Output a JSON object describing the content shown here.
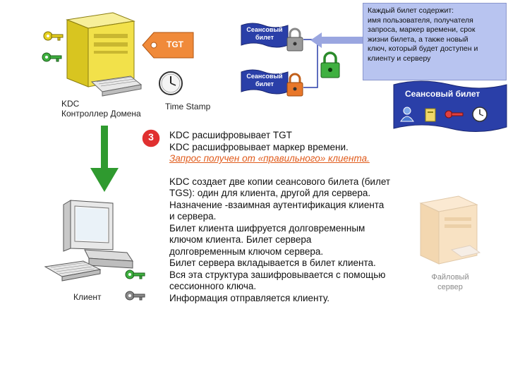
{
  "kdc": {
    "line1": "KDC",
    "line2": "Контроллер Домена"
  },
  "tgt_tag": "TGT",
  "time_stamp": "Time Stamp",
  "session_ticket_1": {
    "line1": "Сеансовый",
    "line2": "билет"
  },
  "session_ticket_2": {
    "line1": "Сеансовый",
    "line2": "билет"
  },
  "info_box": {
    "lines": [
      "Каждый билет содержит:",
      "имя пользователя, получателя",
      "запроса, маркер времени, срок",
      "жизни билета, а также новый",
      "ключ, который будет доступен и",
      "клиенту и серверу"
    ]
  },
  "big_ticket": "Сеансовый билет",
  "step_number": "3",
  "steps": {
    "line1": "KDC расшифровывает TGT",
    "line2": "KDC расшифровывает маркер времени.",
    "line3": "Запрос получен от «правильного» клиента.",
    "para": [
      "KDC создает две копии сеансового билета (билет",
      "TGS): один для клиента, другой для сервера.",
      "Назначение -взаимная аутентификация клиента",
      "и сервера.",
      "Билет клиента шифруется долговременным",
      "ключом  клиента. Билет сервера",
      "долговременным ключом сервера.",
      "Билет сервера вкладывается в билет клиента.",
      "Вся эта структура зашифровывается с помощью",
      "сессионного ключа.",
      "Информация отправляется клиенту."
    ]
  },
  "client_label": "Клиент",
  "file_server": {
    "line1": "Файловый",
    "line2": "сервер"
  },
  "colors": {
    "kdc_yellow": "#f2e14a",
    "ticket_blue": "#2a3fa8",
    "info_box_bg": "#b8c4f0",
    "tgt_orange": "#f08a3a",
    "arrow_green": "#2f9a2f",
    "step_red": "#e03030"
  }
}
